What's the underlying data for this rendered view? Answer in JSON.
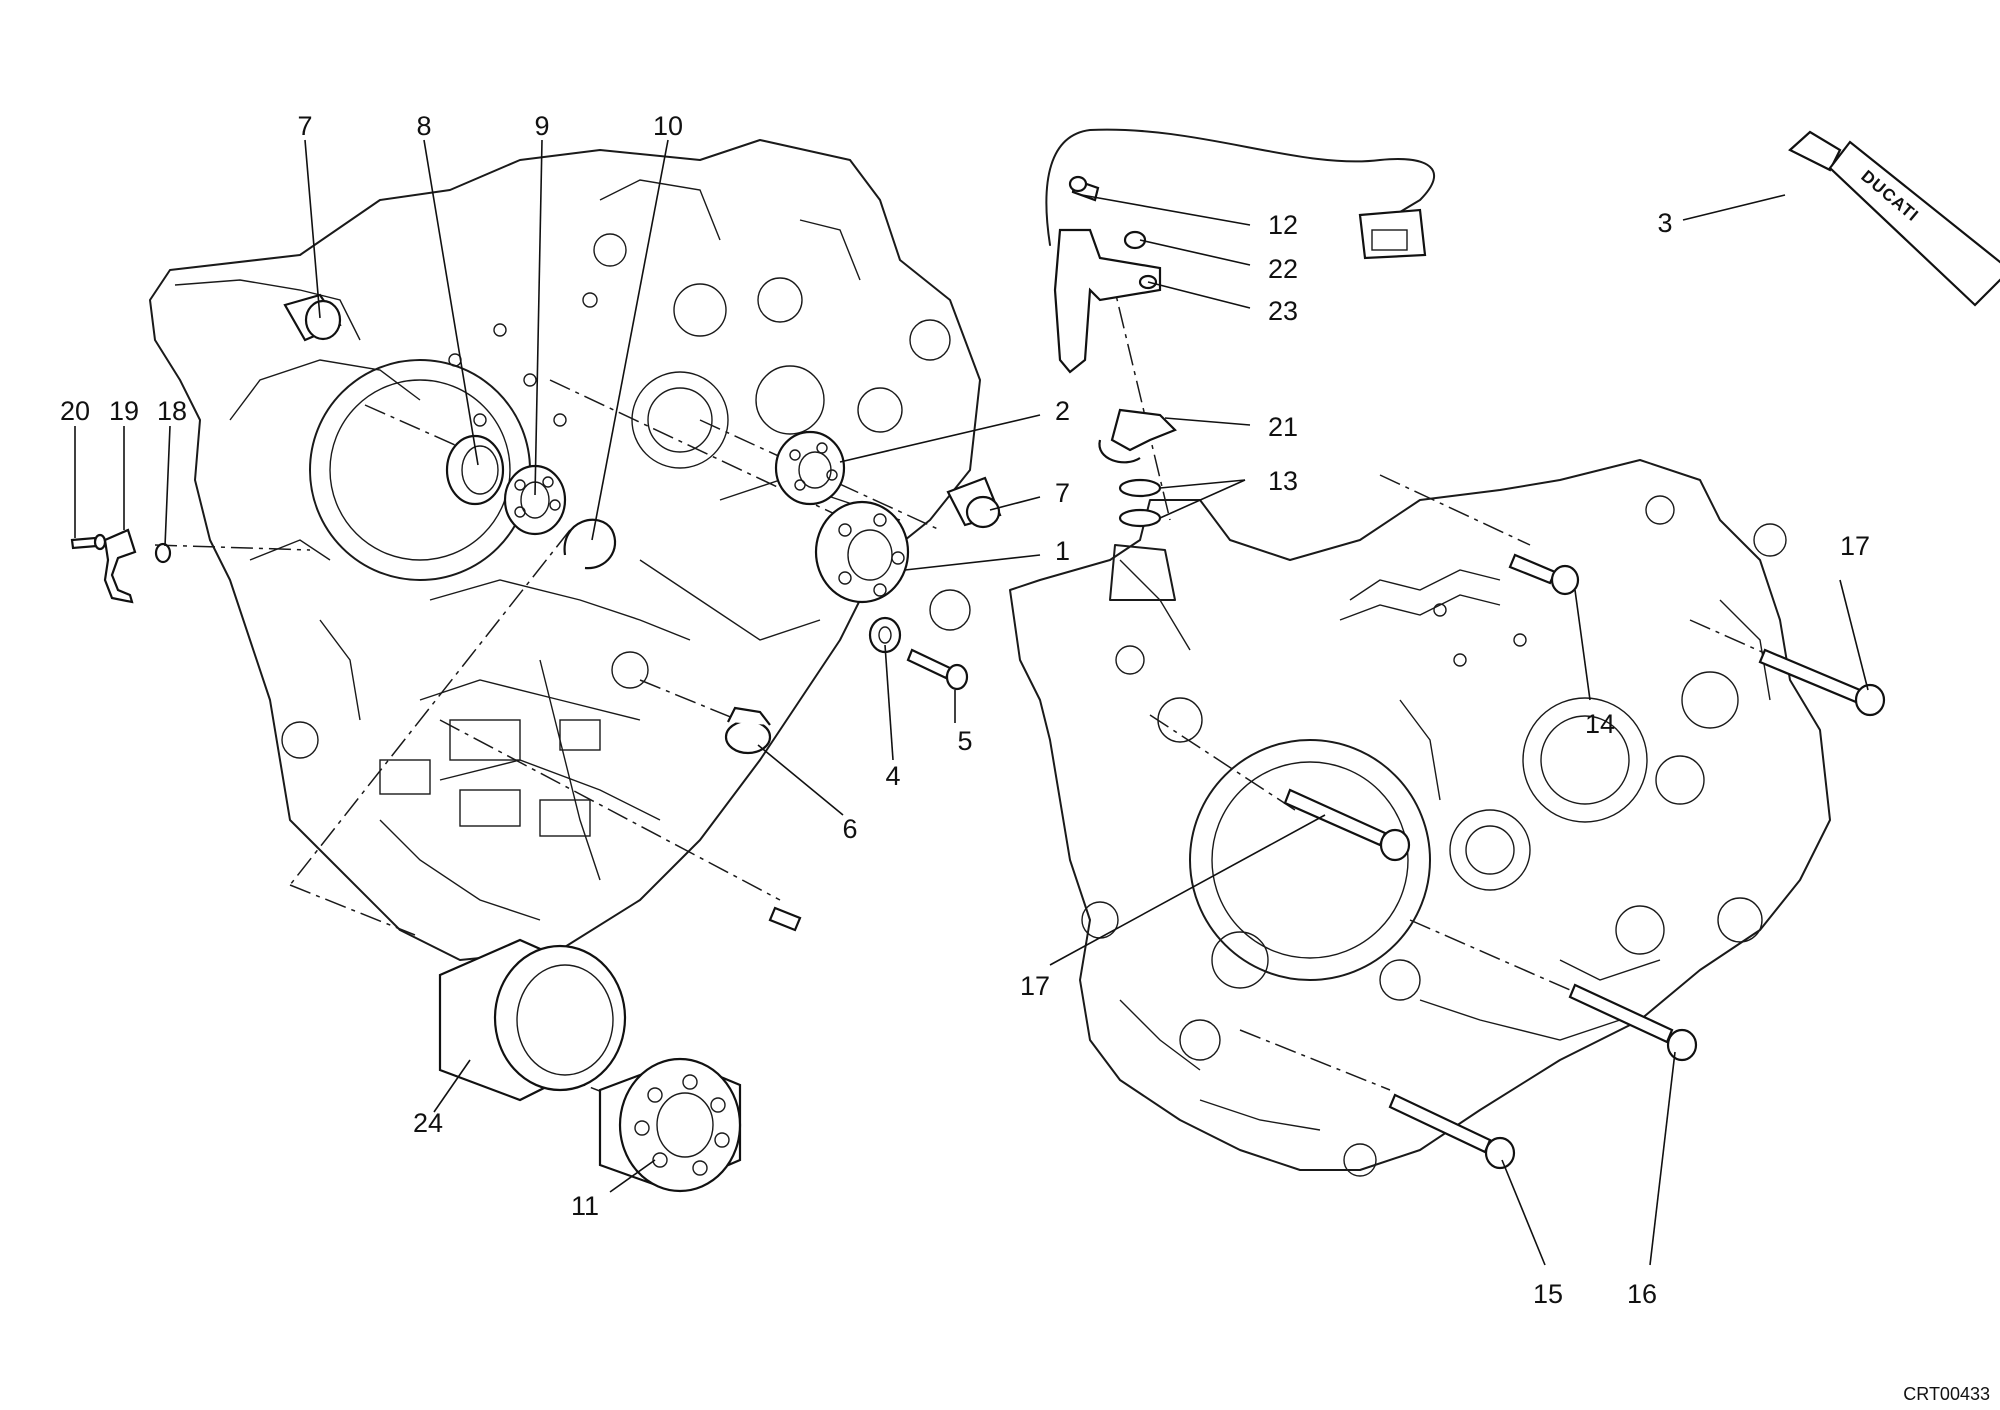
{
  "callouts": {
    "c1": "1",
    "c2": "2",
    "c3": "3",
    "c4": "4",
    "c5": "5",
    "c6": "6",
    "c7a": "7",
    "c7b": "7",
    "c8": "8",
    "c9": "9",
    "c10": "10",
    "c11": "11",
    "c12": "12",
    "c13": "13",
    "c14": "14",
    "c15": "15",
    "c16": "16",
    "c17a": "17",
    "c17b": "17",
    "c18": "18",
    "c19": "19",
    "c20": "20",
    "c21": "21",
    "c22": "22",
    "c23": "23",
    "c24": "24"
  },
  "sealant_tube_brand": "DUCATI",
  "drawing_code": "CRT00433"
}
